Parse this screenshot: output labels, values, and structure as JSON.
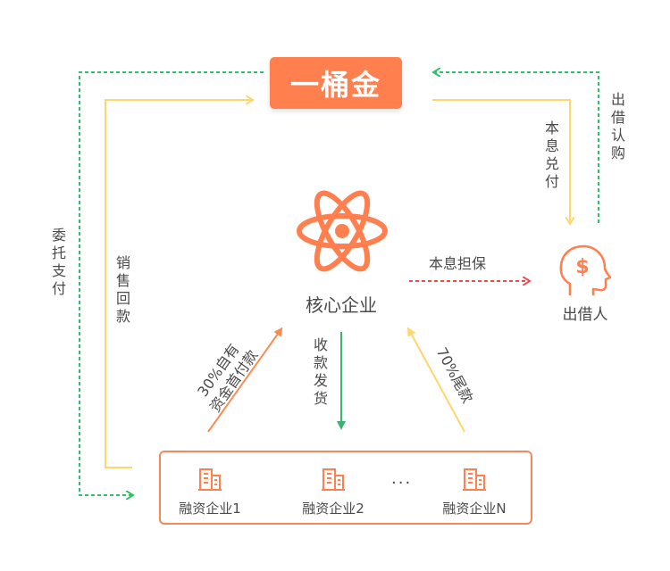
{
  "logo": {
    "text": "一桶金"
  },
  "core": {
    "label": "核心企业",
    "icon": "atom-icon"
  },
  "lender": {
    "label": "出借人",
    "icon": "person-dollar-icon"
  },
  "flows": {
    "entrusted_payment": "委托支付",
    "sales_return": "销售回款",
    "principal_interest_payment": "本息兑付",
    "lender_subscription": "出借认购",
    "principal_interest_guarantee": "本息担保",
    "collect_and_ship": "收款发货",
    "own_funds_line1": "30%自有",
    "own_funds_line2": "资金首付款",
    "final_payment": "70%尾款"
  },
  "enterprises": {
    "items": [
      {
        "label": "融资企业1",
        "icon": "building-icon"
      },
      {
        "label": "融资企业2",
        "icon": "building-icon"
      },
      {
        "label": "融资企业N",
        "icon": "building-icon"
      }
    ],
    "ellipsis": "···"
  },
  "colors": {
    "orange": "#ff7f4f",
    "green_dashed": "#2fc06a",
    "yellow": "#ffd66b",
    "red_dashed": "#f04b4b",
    "green_solid": "#3cb371"
  }
}
